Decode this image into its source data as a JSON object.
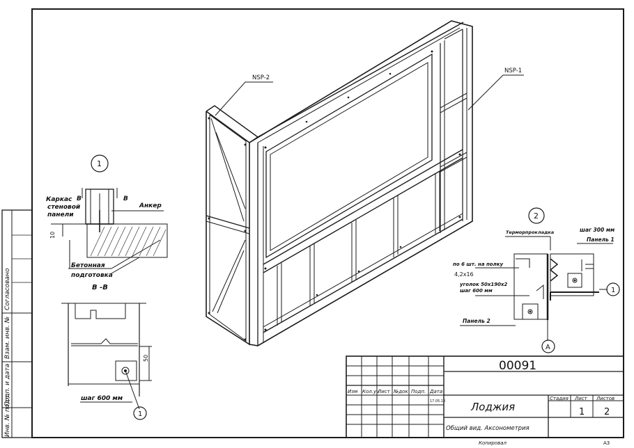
{
  "labels": {
    "nsp2": "NSP-2",
    "nsp1": "NSP-1",
    "callout1": "1",
    "callout2": "2",
    "callout_a": "A",
    "detail1": {
      "karkas1": "Каркас",
      "karkas2": "стеновой",
      "karkas3": "панели",
      "b_left": "В",
      "b_right": "В",
      "ankor": "Анкер",
      "dim10": "10",
      "beton1": "Бетонная",
      "beton2": "подготовка"
    },
    "section_bb": {
      "title": "В -В",
      "dim50": "50",
      "step": "шаг 600 мм",
      "callout": "1"
    },
    "detail2": {
      "termo": "Терморпрокладка",
      "step300": "шаг 300 мм",
      "panel1": "Панель 1",
      "screws1": "по 6 шт. на полку",
      "screws2": "4,2х16",
      "ugolok1": "уголок 50х190х2",
      "ugolok2": "шаг 600 мм",
      "panel2": "Панель 2",
      "callout": "1"
    }
  },
  "left_strip": {
    "soglasovano": "Согласовано",
    "vzam": "Взам. инв. №",
    "podp": "Подп. и дата",
    "inv": "Инв. № подл."
  },
  "title_block": {
    "number": "00091",
    "headers": [
      "Изм",
      "Кол.уч",
      "Лист",
      "№док",
      "Подп.",
      "Дата"
    ],
    "date": "17.05.10",
    "name": "Лоджия",
    "sheet_title": "Общий вид. Аксонометрия",
    "stage_label": "Стадия",
    "sheet_label": "Лист",
    "sheets_label": "Листов",
    "sheet_value": "1",
    "sheets_value": "2",
    "copied": "Копировал",
    "format": "А3"
  }
}
